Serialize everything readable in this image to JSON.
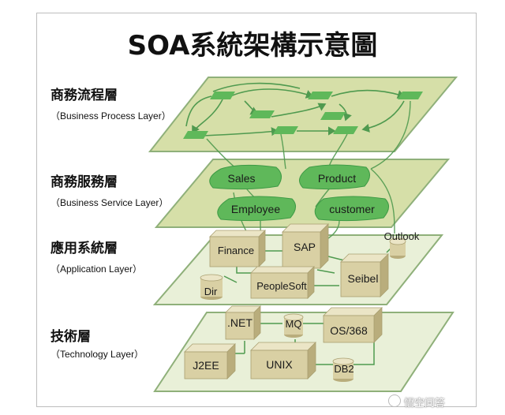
{
  "title": "SOA系統架構示意圖",
  "layers": [
    {
      "name": "商務流程層",
      "sub": "（Business Process Layer）"
    },
    {
      "name": "商務服務層",
      "sub": "（Business Service Layer）"
    },
    {
      "name": "應用系統層",
      "sub": "（Application Layer）"
    },
    {
      "name": "技術層",
      "sub": "（Technology Layer）"
    }
  ],
  "services": [
    "Sales",
    "Product",
    "Employee",
    "customer"
  ],
  "applications": [
    "Finance",
    "SAP",
    "Outlook",
    "Dir",
    "PeopleSoft",
    "Seibel"
  ],
  "technologies": [
    ".NET",
    "MQ",
    "OS/368",
    "J2EE",
    "UNIX",
    "DB2"
  ],
  "watermark": "悟空问答",
  "colors": {
    "plane_fill": "#d6dfa8",
    "plane_edge": "#8fb07a",
    "flat_plane_fill": "#e9f0d8",
    "node_green": "#5fb85a",
    "node_dark": "#3d9a45",
    "box_front": "#d9d0a4",
    "box_top": "#ebe5c6",
    "box_side": "#b9ad7c",
    "connector": "#4f9a4f"
  }
}
